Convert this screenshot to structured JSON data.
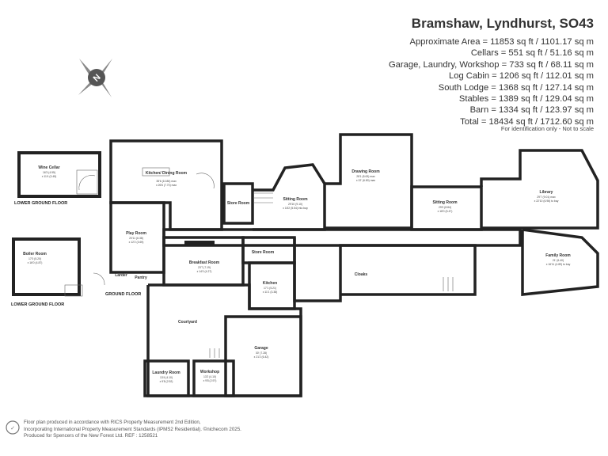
{
  "header": {
    "title": "Bramshaw, Lyndhurst, SO43",
    "areas": [
      "Approximate Area = 11853 sq ft / 1101.17 sq m",
      "Cellars = 551 sq ft / 51.16 sq m",
      "Garage, Laundry, Workshop = 733 sq ft / 68.11 sq m",
      "Log Cabin = 1206 sq ft / 112.01 sq m",
      "South Lodge = 1368 sq ft / 127.14 sq m",
      "Stables = 1389 sq ft / 129.04 sq m",
      "Barn = 1334 sq ft / 123.97 sq m",
      "Total = 18434 sq ft / 1712.60 sq m"
    ],
    "note": "For identification only - Not to scale"
  },
  "compass": {
    "letter": "N"
  },
  "floors": {
    "lower1": "LOWER GROUND FLOOR",
    "lower2": "LOWER GROUND FLOOR",
    "ground": "GROUND FLOOR"
  },
  "rooms": {
    "wine": {
      "name": "Wine Cellar",
      "d1": "16'3 (4.95)",
      "d2": "x 11'4 (3.45)"
    },
    "boiler": {
      "name": "Boiler Room",
      "d1": "17'0 (5.20)",
      "d2": "x 16'0 (4.87)"
    },
    "kitchen_dining": {
      "name": "Kitchen/ Dining Room",
      "d1": "35'6 (10.86) max",
      "d2": "x 26'6 (7.70) max"
    },
    "store": {
      "name": "Store Room"
    },
    "sitting1": {
      "name": "Sitting Room",
      "d1": "29'10 (9.10)",
      "d2": "x 18'2 (5.54) into bay"
    },
    "drawing": {
      "name": "Drawing Room",
      "d1": "28'1 (8.63) max",
      "d2": "x 22' (6.80) max"
    },
    "sitting2": {
      "name": "Sitting Room",
      "d1": "29'0 (8.84)",
      "d2": "x 18'0 (5.47)"
    },
    "library": {
      "name": "Library",
      "d1": "29'7 (9.01) max",
      "d2": "x 22'10 (6.96) to bay"
    },
    "play": {
      "name": "Play Room",
      "d1": "20'11 (6.38)",
      "d2": "x 12'2 (3.69)"
    },
    "breakfast": {
      "name": "Breakfast Room",
      "d1": "23'7 (7.19)",
      "d2": "x 14'0 (4.27)"
    },
    "store2": {
      "name": "Store Room"
    },
    "kitchen": {
      "name": "Kitchen",
      "d1": "17'1 (5.21)",
      "d2": "x 11'1 (3.38)"
    },
    "family": {
      "name": "Family Room",
      "d1": "21' (6.40)",
      "d2": "x 16'11 (4.89) to bay"
    },
    "cloaks": {
      "name": "Cloaks"
    },
    "larder": {
      "name": "Larder"
    },
    "pantry": {
      "name": "Pantry"
    },
    "courtyard": {
      "name": "Courtyard"
    },
    "garage": {
      "name": "Garage",
      "d1": "30' (7.28)",
      "d2": "x 21'2 (6.42)"
    },
    "laundry": {
      "name": "Laundry Room",
      "d1": "13'4 (4.10)",
      "d2": "x 9'8 (2.92)"
    },
    "workshop": {
      "name": "Workshop",
      "d1": "13'2 (4.10)",
      "d2": "x 9'8 (2.97)"
    }
  },
  "footer": {
    "lines": [
      "Floor plan produced in accordance with RICS Property Measurement 2nd Edition,",
      "Incorporating International Property Measurement Standards (IPMS2 Residential).  ©nichecom 2025.",
      "Produced for Spencers of the New Forest Ltd.   REF : 1258521"
    ]
  }
}
